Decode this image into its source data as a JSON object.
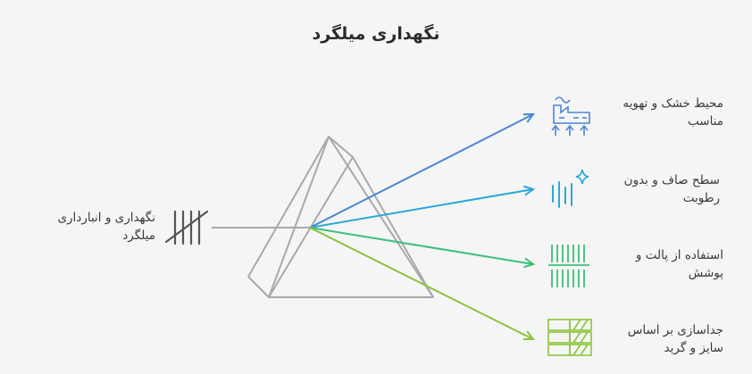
{
  "title": "نگهداری میلگرد",
  "input": {
    "line1": "نگهداری و انبارداری",
    "line2": "میلگرد"
  },
  "outputs": [
    {
      "line1": "محیط خشک و تهویه",
      "line2": "مناسب",
      "color": "#4a86d6",
      "icon": "factory-ventilation-icon"
    },
    {
      "line1": "سطح صاف و بدون",
      "line2": "رطوبت",
      "color": "#2aa8d8",
      "icon": "moisture-sparkle-icon"
    },
    {
      "line1": "استفاده از پالت و",
      "line2": "پوشش",
      "color": "#3cbf7a",
      "icon": "pallet-icon"
    },
    {
      "line1": "جداسازی بر اساس",
      "line2": "سایز و گرید",
      "color": "#8cc43c",
      "icon": "sorted-bars-icon"
    }
  ]
}
